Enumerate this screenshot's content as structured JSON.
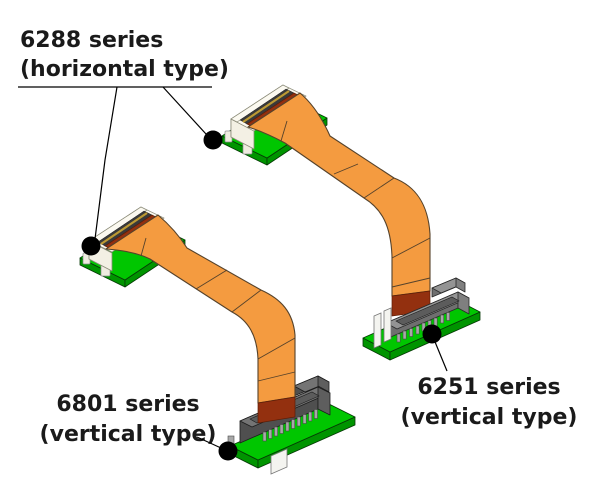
{
  "callouts": {
    "c6288": {
      "line1": "6288 series",
      "line2": "(horizontal type)"
    },
    "c6801": {
      "line1": "6801 series",
      "line2": "(vertical type)"
    },
    "c6251": {
      "line1": "6251 series",
      "line2": "(vertical type)"
    }
  },
  "colors": {
    "cable": "#F49B40",
    "cable_edge": "#55422B",
    "pcb_top": "#00C600",
    "pcb_side": "#009400",
    "pcb_edge": "#053805",
    "conn_white": "#F3F0E4",
    "conn_white_lt": "#FBF9F0",
    "conn_outline": "#8A8A78",
    "slot": "#3A3A3A",
    "gold": "#BD9A33",
    "stiffener": "#93300F",
    "stiff_edge": "#5C1D06",
    "body_dark": "#4F4F4F",
    "body_dark_top": "#747474",
    "body_dark_end": "#5E5E5E",
    "body_light": "#6F6F6F",
    "body_light_top": "#949494",
    "body_light_end": "#7F7F7F",
    "pin": "#A8A8A8",
    "pin_edge": "#4A4A4A",
    "text": "#1A1A1A",
    "line": "#000000"
  }
}
